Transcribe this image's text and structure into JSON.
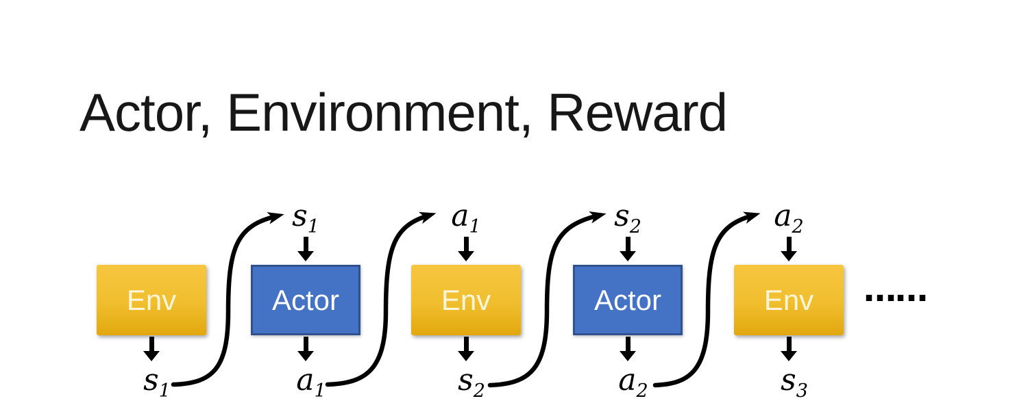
{
  "slide": {
    "title": "Actor, Environment, Reward",
    "ellipsis": "……"
  },
  "colors": {
    "env_gradient_top": "#F6C63F",
    "env_gradient_bottom": "#E2A70E",
    "env_text": "#FCF5D9",
    "actor_fill": "#4472C4",
    "actor_border": "#2F528F",
    "actor_text": "#FFFFFF",
    "arrows_and_labels": "#000000",
    "title_text": "#171717",
    "background": "#FFFFFF"
  },
  "nodes": [
    {
      "id": "env-1",
      "type": "env",
      "label": "Env",
      "top_label": null,
      "bottom_label": {
        "base": "s",
        "sub": "1"
      }
    },
    {
      "id": "actor-1",
      "type": "actor",
      "label": "Actor",
      "top_label": {
        "base": "s",
        "sub": "1"
      },
      "bottom_label": {
        "base": "a",
        "sub": "1"
      }
    },
    {
      "id": "env-2",
      "type": "env",
      "label": "Env",
      "top_label": {
        "base": "a",
        "sub": "1"
      },
      "bottom_label": {
        "base": "s",
        "sub": "2"
      }
    },
    {
      "id": "actor-2",
      "type": "actor",
      "label": "Actor",
      "top_label": {
        "base": "s",
        "sub": "2"
      },
      "bottom_label": {
        "base": "a",
        "sub": "2"
      }
    },
    {
      "id": "env-3",
      "type": "env",
      "label": "Env",
      "top_label": {
        "base": "a",
        "sub": "2"
      },
      "bottom_label": {
        "base": "s",
        "sub": "3"
      }
    }
  ],
  "edges": [
    {
      "from": "env-1",
      "output": "s1",
      "to": "actor-1",
      "input": "s1"
    },
    {
      "from": "actor-1",
      "output": "a1",
      "to": "env-2",
      "input": "a1"
    },
    {
      "from": "env-2",
      "output": "s2",
      "to": "actor-2",
      "input": "s2"
    },
    {
      "from": "actor-2",
      "output": "a2",
      "to": "env-3",
      "input": "a2"
    }
  ]
}
